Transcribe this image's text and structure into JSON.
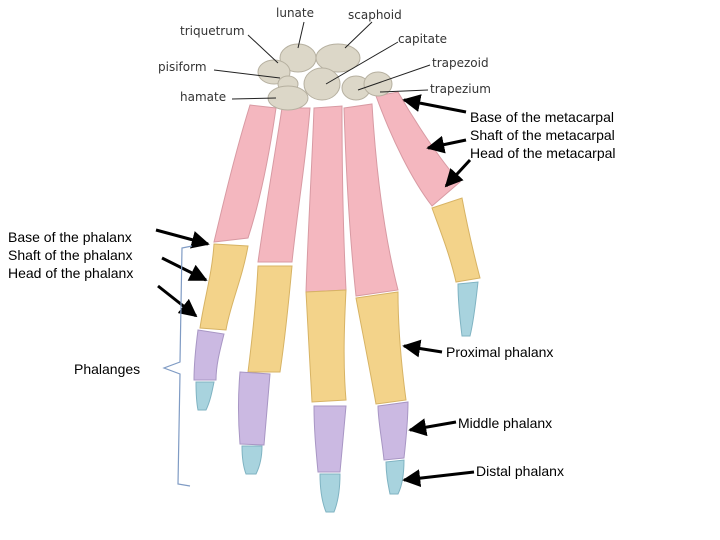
{
  "colors": {
    "metacarpal": "#f4b7bf",
    "proximal": "#f3d38a",
    "middle": "#cbb9e2",
    "distal": "#a8d3de",
    "carpal": "#dcd7c8",
    "arrow": "#000000",
    "brace": "#7f9bc4"
  },
  "carpal_labels": {
    "lunate": "lunate",
    "scaphoid": "scaphoid",
    "triquetrum": "triquetrum",
    "capitate": "capitate",
    "pisiform": "pisiform",
    "trapezoid": "trapezoid",
    "hamate": "hamate",
    "trapezium": "trapezium"
  },
  "metacarpal_labels": {
    "base": "Base of the metacarpal",
    "shaft": "Shaft of the metacarpal",
    "head": "Head of the metacarpal"
  },
  "phalanx_part_labels": {
    "base": "Base of the phalanx",
    "shaft": "Shaft of the phalanx",
    "head": "Head of the phalanx"
  },
  "group_label": "Phalanges",
  "phalanx_labels": {
    "proximal": "Proximal phalanx",
    "middle": "Middle phalanx",
    "distal": "Distal phalanx"
  }
}
